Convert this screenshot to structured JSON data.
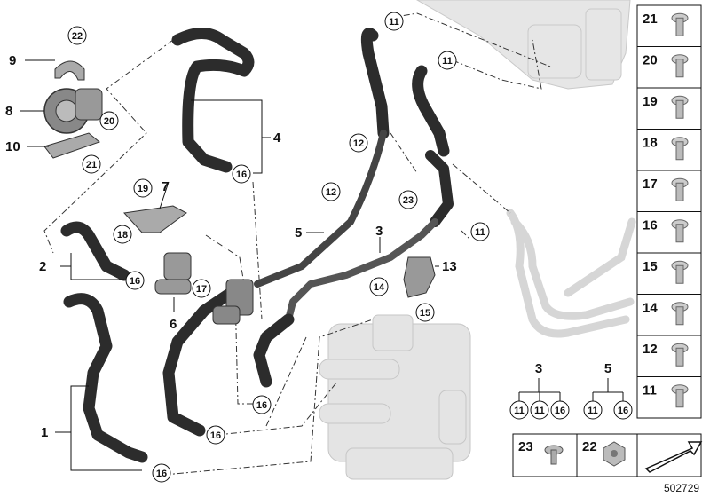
{
  "diagram": {
    "labels": {
      "l1": "1",
      "l2": "2",
      "l3": "3",
      "l4": "4",
      "l5": "5",
      "l6": "6",
      "l7": "7",
      "l8": "8",
      "l9": "9",
      "l10": "10",
      "l13": "13"
    },
    "callouts": {
      "c11a": "11",
      "c11b": "11",
      "c11c": "11",
      "c12a": "12",
      "c12b": "12",
      "c14": "14",
      "c15": "15",
      "c16a": "16",
      "c16b": "16",
      "c16c": "16",
      "c16d": "16",
      "c16e": "16",
      "c17": "17",
      "c18": "18",
      "c19": "19",
      "c20": "20",
      "c21": "21",
      "c22": "22",
      "c23": "23"
    },
    "kits": {
      "kit3": {
        "label": "3",
        "items": [
          "11",
          "11",
          "16"
        ]
      },
      "kit5": {
        "label": "5",
        "items": [
          "11",
          "16"
        ]
      }
    }
  },
  "parts_panel": {
    "cells": [
      "21",
      "20",
      "19",
      "18",
      "17",
      "16",
      "15",
      "14",
      "12",
      "11"
    ],
    "bottom_cells": [
      "23",
      "22"
    ]
  },
  "reference": "502729"
}
